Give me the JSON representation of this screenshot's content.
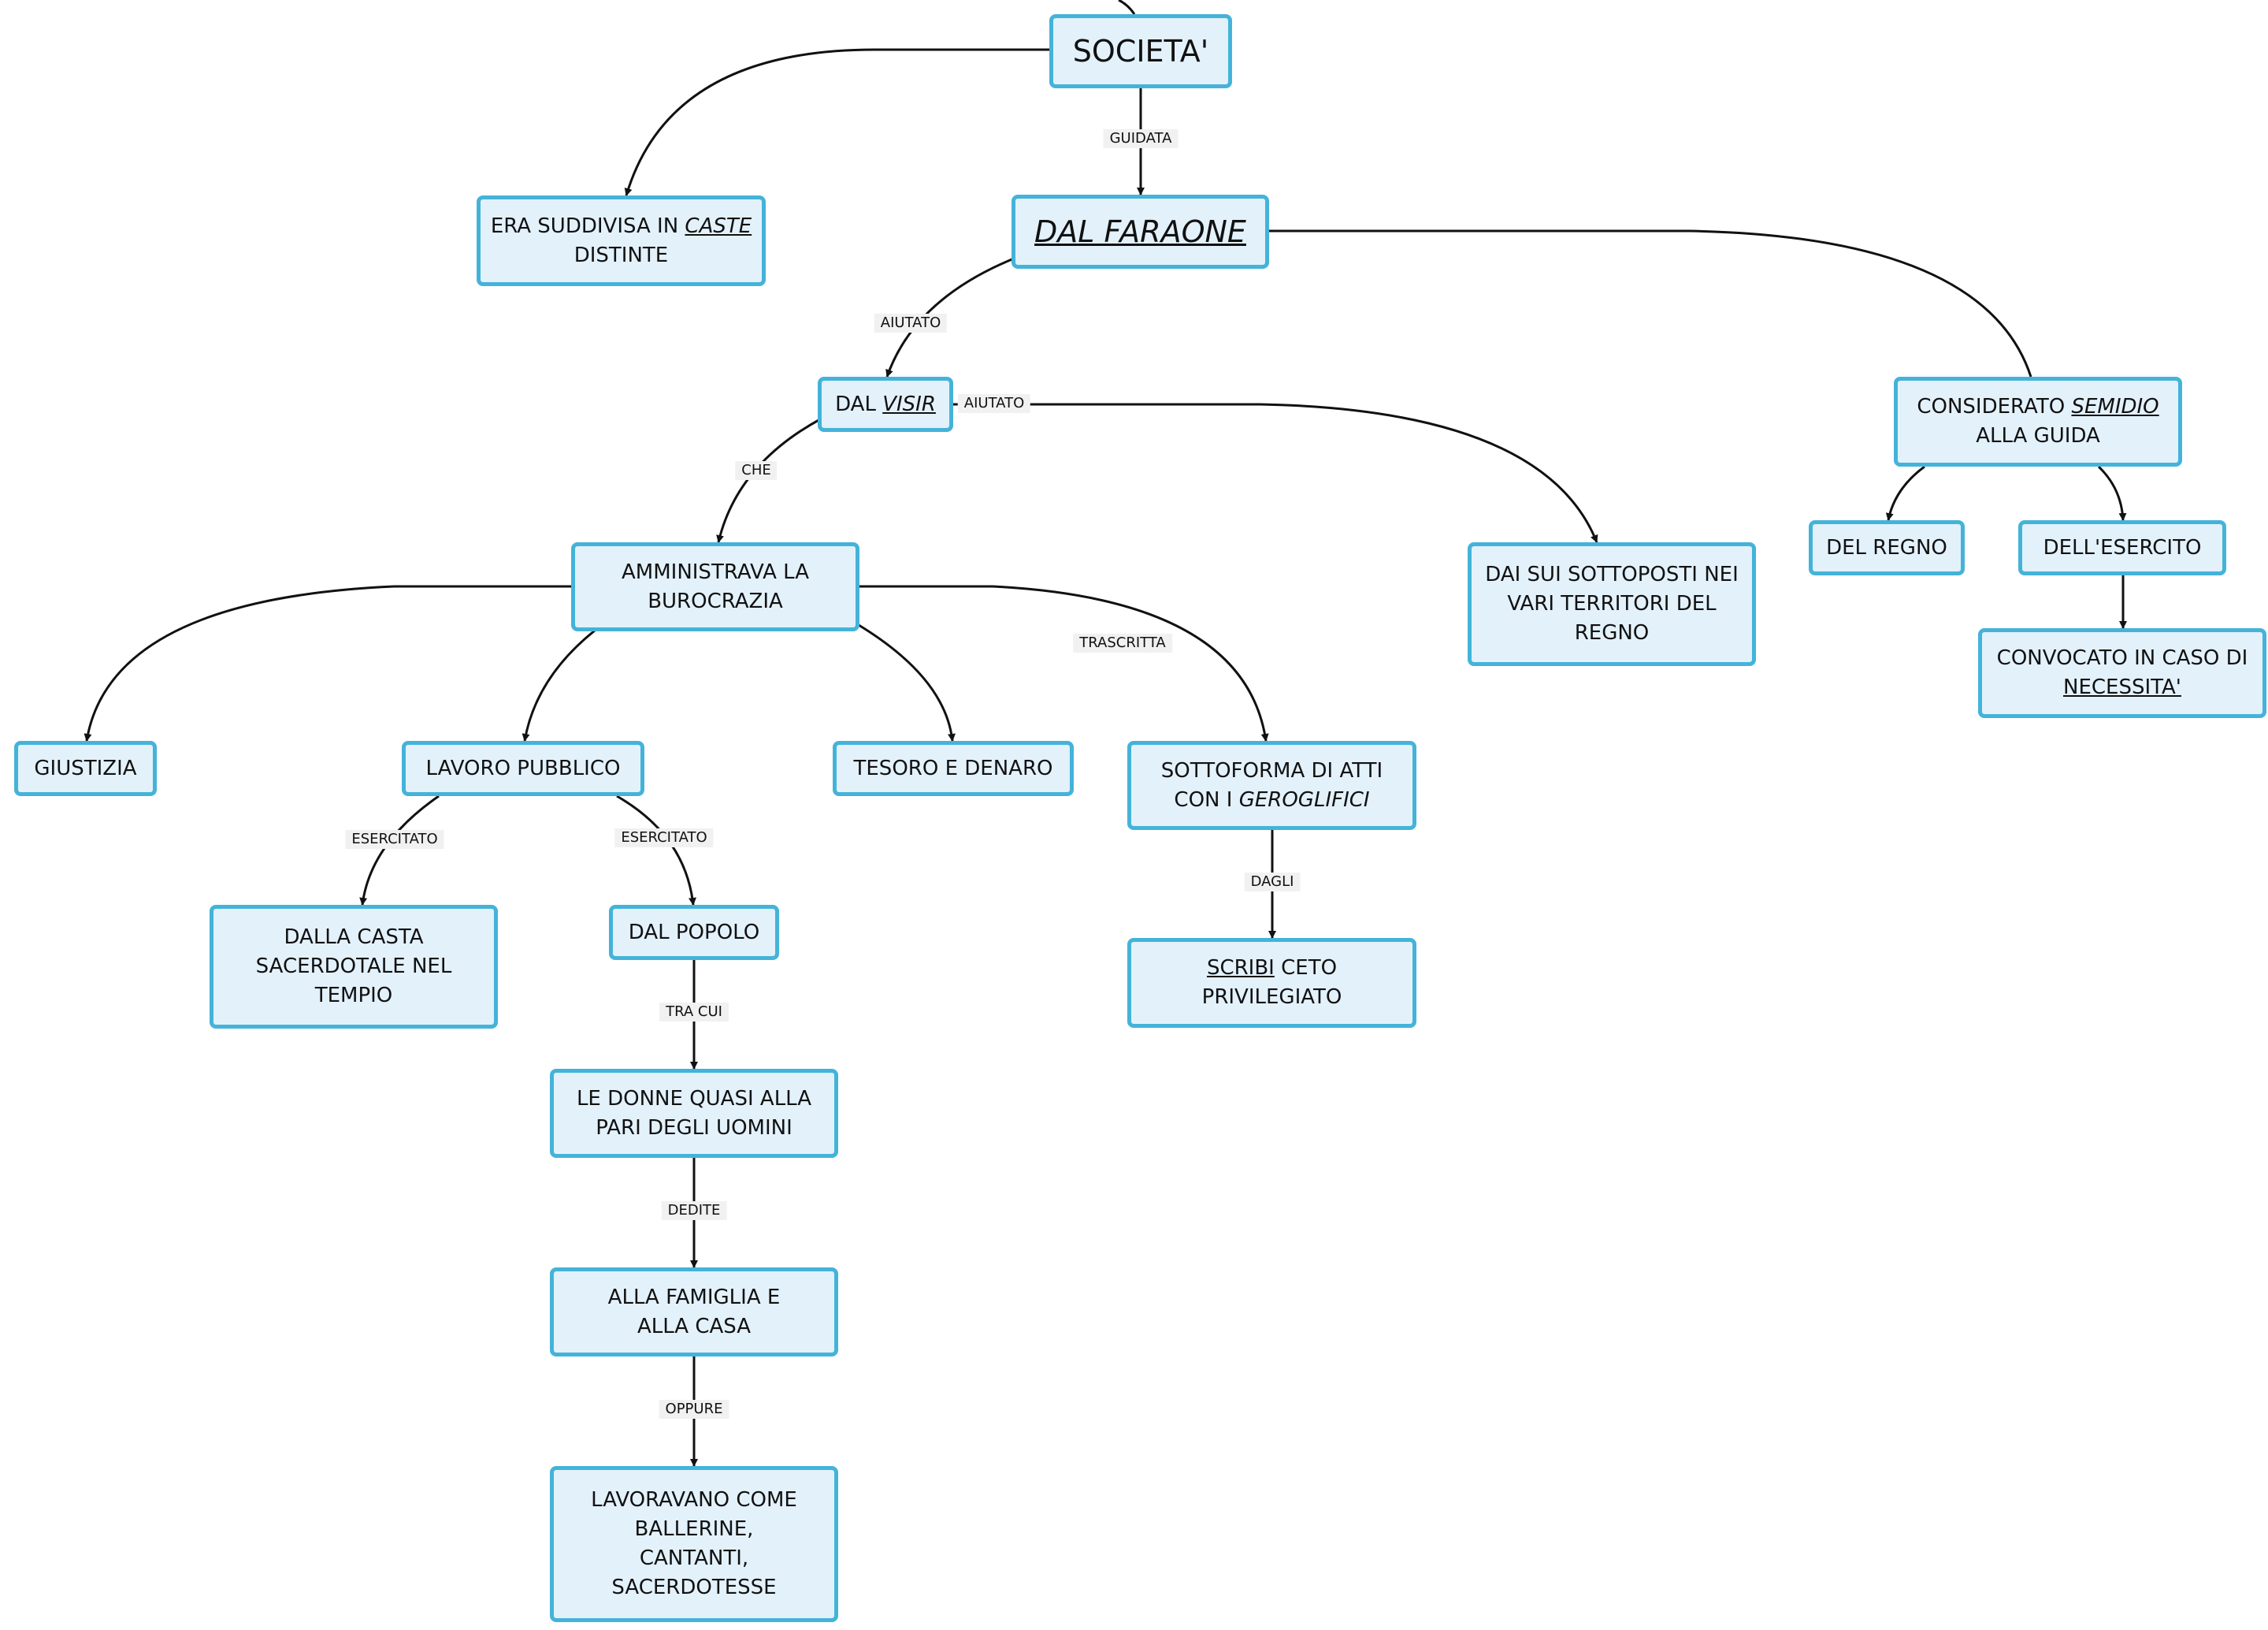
{
  "nodes": {
    "societa": "SOCIETA'",
    "caste_pre": "ERA SUDDIVISA IN",
    "caste_em": "CASTE",
    "caste_post": "DISTINTE",
    "faraone": "DAL FARAONE",
    "visir_pre": "DAL",
    "visir_em": "VISIR",
    "semidio_pre": "CONSIDERATO",
    "semidio_em": "SEMIDIO",
    "semidio_post": "ALLA GUIDA",
    "regno": "DEL REGNO",
    "esercito": "DELL'ESERCITO",
    "convocato_pre": "CONVOCATO IN CASO DI",
    "convocato_ul": "NECESSITA'",
    "sottoposti": "DAI SUI SOTTOPOSTI NEI VARI TERRITORI DEL REGNO",
    "burocrazia": "AMMINISTRAVA LA BUROCRAZIA",
    "giustizia": "GIUSTIZIA",
    "lavoro": "LAVORO PUBBLICO",
    "tesoro": "TESORO E DENARO",
    "atti_pre": "SOTTOFORMA DI ATTI CON I",
    "atti_it": "GEROGLIFICI",
    "casta": "DALLA CASTA SACERDOTALE NEL TEMPIO",
    "popolo": "DAL POPOLO",
    "scribi_ul": "SCRIBI",
    "scribi_post": "CETO PRIVILEGIATO",
    "donne": "LE DONNE QUASI ALLA PARI DEGLI UOMINI",
    "famiglia": "ALLA FAMIGLIA E ALLA CASA",
    "lavoravano": "LAVORAVANO COME BALLERINE, CANTANTI, SACERDOTESSE"
  },
  "edge_labels": {
    "guidata": "GUIDATA",
    "aiutato_1": "AIUTATO",
    "aiutato_2": "AIUTATO",
    "che": "CHE",
    "trascritta": "TRASCRITTA",
    "esercitato_1": "ESERCITATO",
    "esercitato_2": "ESERCITATO",
    "dagli": "DAGLI",
    "tra_cui": "TRA CUI",
    "dedite": "DEDITE",
    "oppure": "OPPURE"
  },
  "colors": {
    "node_fill": "#e3f1fb",
    "node_border": "#44b3d9",
    "edge": "#111111",
    "label_bg": "#f1f1f1"
  }
}
